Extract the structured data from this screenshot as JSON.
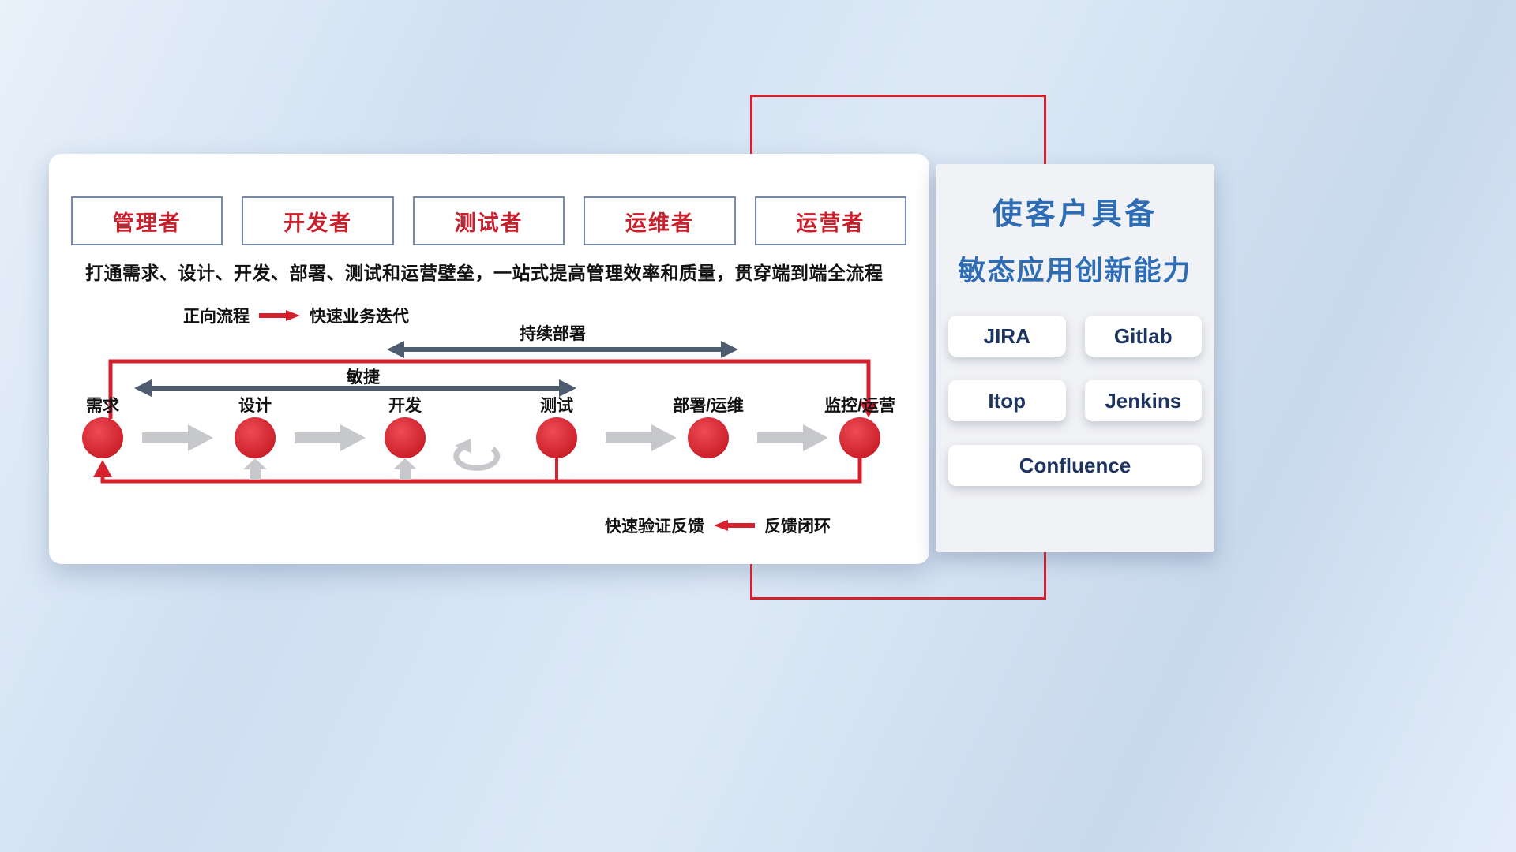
{
  "colors": {
    "accent_red": "#d6202e",
    "role_text_red": "#c8202c",
    "dark_arrow": "#4e5c6f",
    "gray_arrow": "#c6c8cb",
    "title_blue": "#2e6db4",
    "tool_navy": "#1d3461"
  },
  "roles": [
    "管理者",
    "开发者",
    "测试者",
    "运维者",
    "运营者"
  ],
  "description": "打通需求、设计、开发、部署、测试和运营壁垒，一站式提高管理效率和质量，贯穿端到端全流程",
  "legend_forward": {
    "label": "正向流程",
    "value": "快速业务迭代"
  },
  "flow": {
    "cd_label": "持续部署",
    "agile_label": "敏捷",
    "nodes": [
      "需求",
      "设计",
      "开发",
      "测试",
      "部署/运维",
      "监控/运营"
    ]
  },
  "legend_feedback": {
    "label": "快速验证反馈",
    "value": "反馈闭环"
  },
  "panel": {
    "title_line1": "使客户具备",
    "title_line2": "敏态应用创新能力",
    "tools": [
      "JIRA",
      "Gitlab",
      "Itop",
      "Jenkins",
      "Confluence"
    ]
  }
}
